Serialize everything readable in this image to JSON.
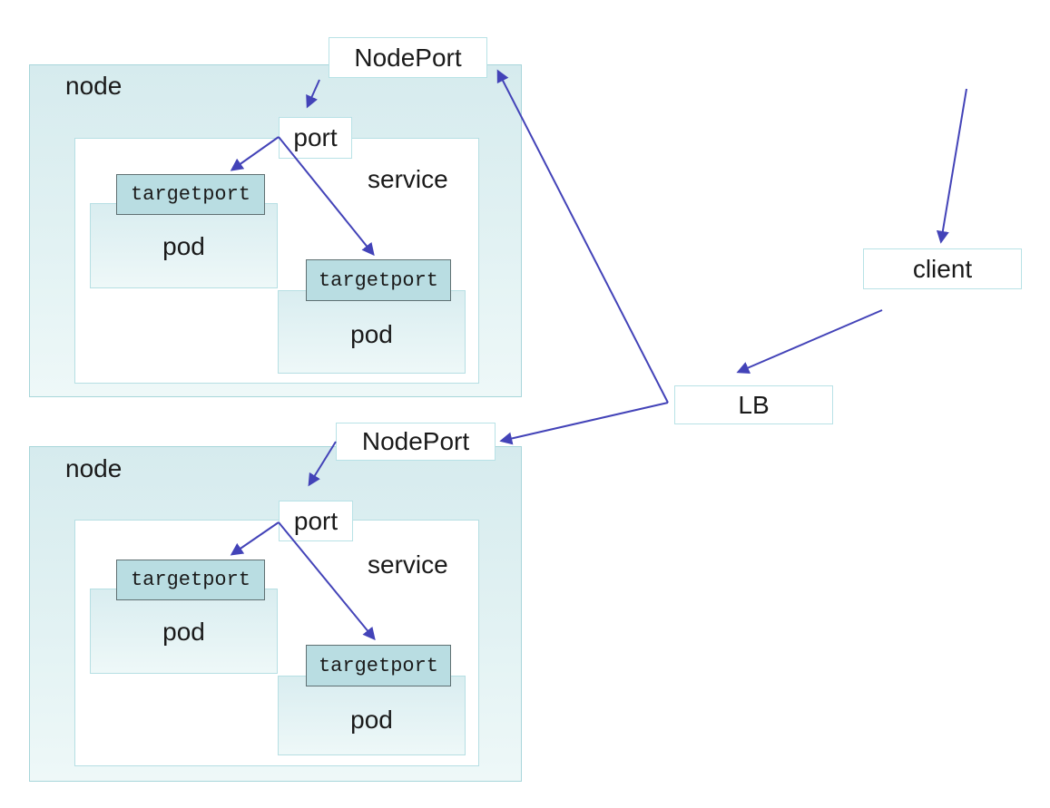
{
  "labels": {
    "node": "node",
    "service": "service",
    "pod": "pod",
    "targetport": "targetport",
    "nodeport": "NodePort",
    "port": "port",
    "client": "client",
    "lb": "LB"
  },
  "colors": {
    "arrow": "#4343b8",
    "node_fill_top": "#d6ebee",
    "node_fill_bottom": "#eef8f8",
    "node_border": "#a8d6da",
    "service_border": "#b6dfe3",
    "pod_fill_top": "#d9edf0",
    "pod_fill_bottom": "#eef8f8",
    "pod_border": "#b6dfe3",
    "targetport_fill": "#b9dde2",
    "targetport_border": "#5f7072",
    "label_box_border": "#b8e2e6",
    "text": "#1a1a1a"
  },
  "connections": [
    {
      "from": "external",
      "to": "client"
    },
    {
      "from": "client",
      "to": "lb"
    },
    {
      "from": "lb",
      "to": "nodeport-1"
    },
    {
      "from": "lb",
      "to": "nodeport-2"
    },
    {
      "from": "nodeport-1",
      "to": "port-1"
    },
    {
      "from": "port-1",
      "to": "targetport-1a"
    },
    {
      "from": "port-1",
      "to": "targetport-1b"
    },
    {
      "from": "nodeport-2",
      "to": "port-2"
    },
    {
      "from": "port-2",
      "to": "targetport-2a"
    },
    {
      "from": "port-2",
      "to": "targetport-2b"
    }
  ]
}
